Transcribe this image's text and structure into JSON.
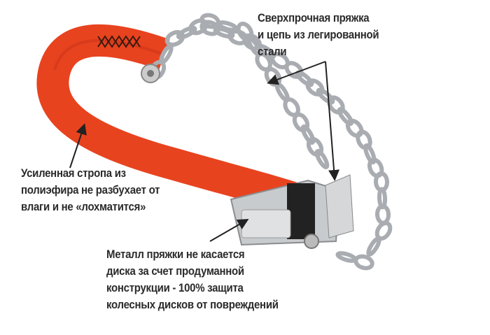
{
  "callouts": {
    "buckle_chain": [
      "Сверхпрочная пряжка",
      "и цепь из легированной",
      "стали"
    ],
    "strap": [
      "Усиленная стропа из",
      "полиэфира не разбухает от",
      "влаги и не «лохматится»"
    ],
    "buckle_design": [
      "Металл пряжки не касается",
      "диска за счет продуманной",
      "конструкции - 100% защита",
      "колесных дисков от повреждений"
    ]
  },
  "colors": {
    "strap": "#e8431f",
    "metal": "#b9bcc0",
    "text": "#2b2b2b"
  }
}
